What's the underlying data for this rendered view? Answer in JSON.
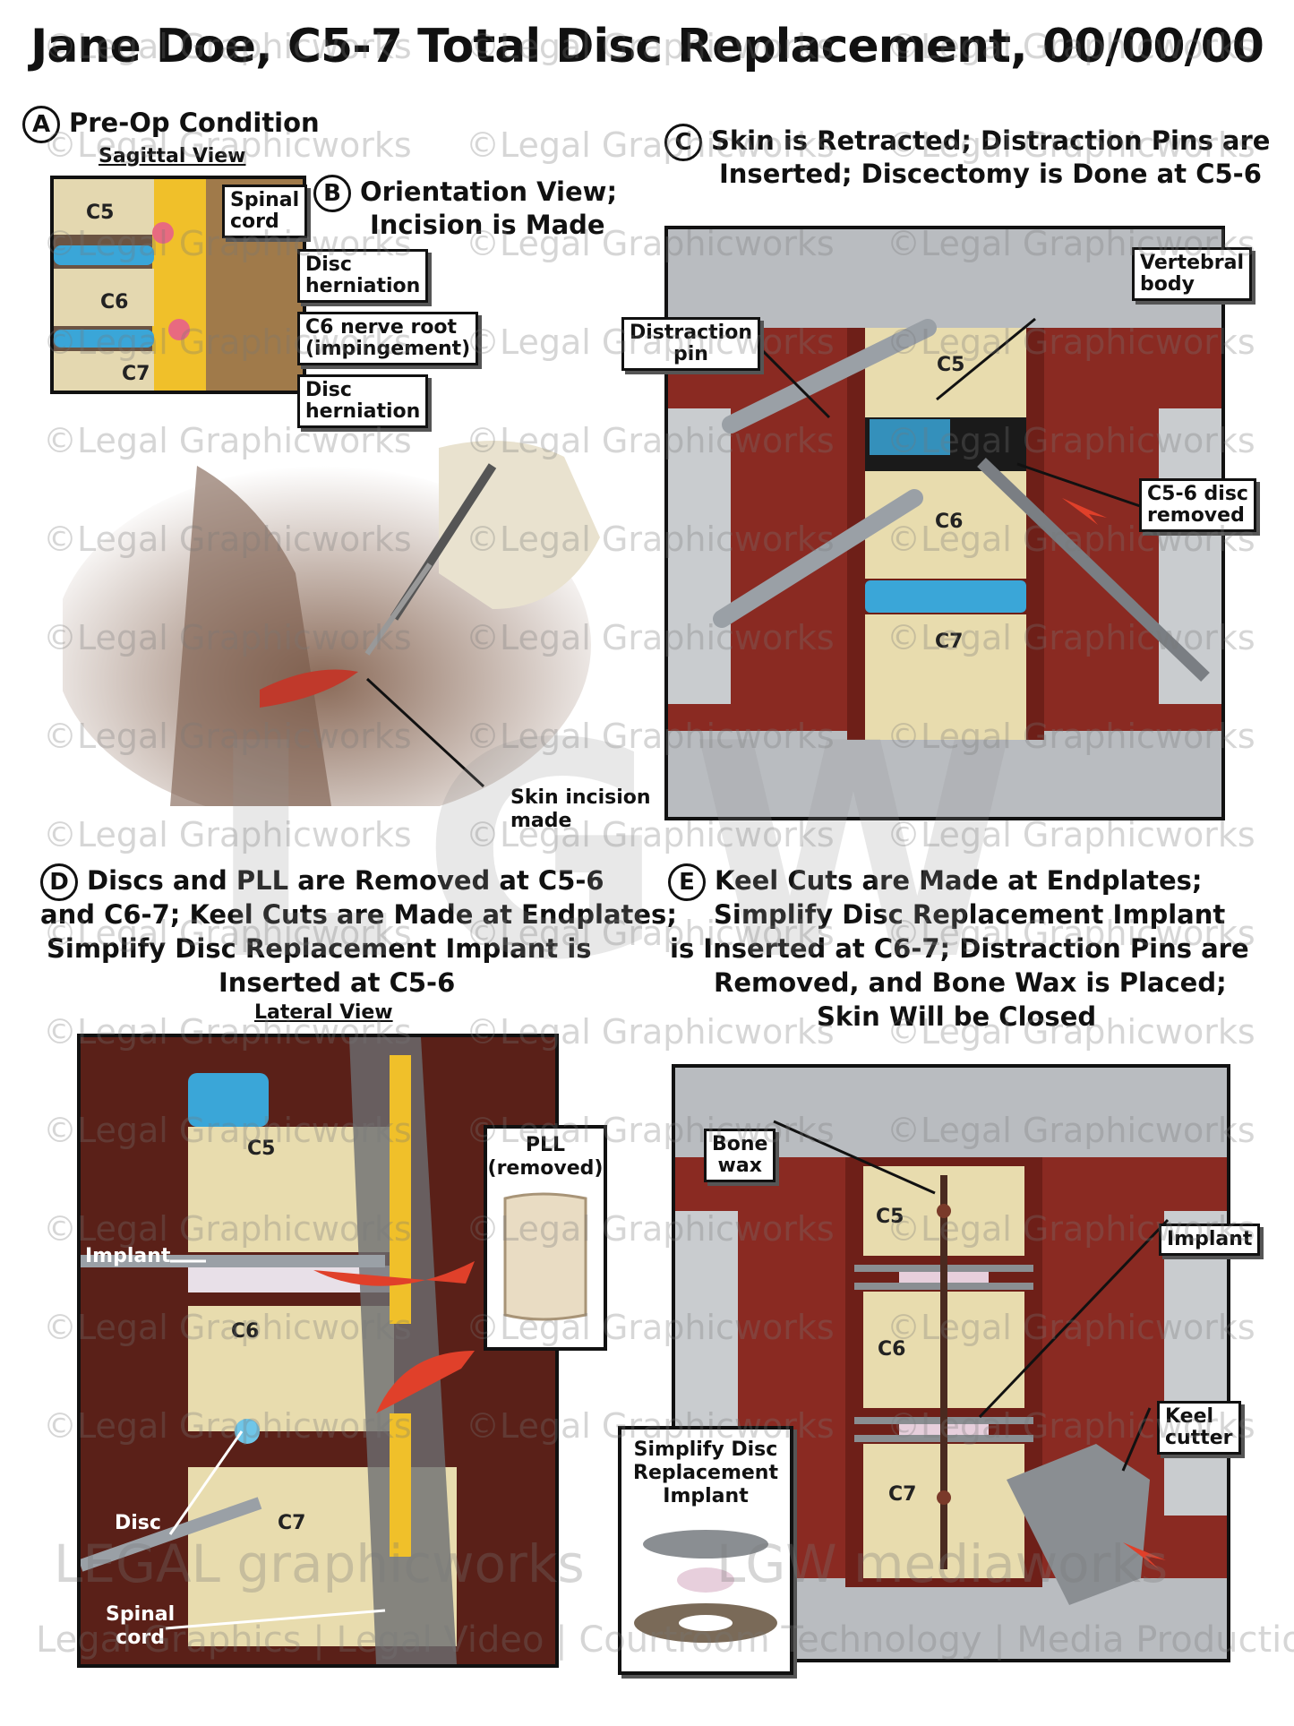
{
  "title": "Jane Doe, C5-7 Total Disc Replacement, 00/00/00",
  "panel_a": {
    "letter": "A",
    "heading": "Pre-Op Condition",
    "subheading": "Sagittal View",
    "labels": {
      "spinal_cord": [
        "Spinal",
        "cord"
      ],
      "disc_herniation_1": [
        "Disc",
        "herniation"
      ],
      "c6_nerve_root": [
        "C6 nerve root",
        "(impingement)"
      ],
      "disc_herniation_2": [
        "Disc",
        "herniation"
      ]
    },
    "vertebrae": [
      "C5",
      "C6",
      "C7"
    ]
  },
  "panel_b": {
    "letter": "B",
    "heading": [
      "Orientation View;",
      "Incision is Made"
    ],
    "labels": {
      "skin_incision": [
        "Skin incision",
        "made"
      ]
    }
  },
  "panel_c": {
    "letter": "C",
    "heading": [
      "Skin is Retracted; Distraction Pins are",
      "Inserted; Discectomy is Done at C5-6"
    ],
    "labels": {
      "vertebral_body": [
        "Vertebral",
        "body"
      ],
      "distraction_pin": [
        "Distraction",
        "pin"
      ],
      "disc_removed": [
        "C5-6 disc",
        "removed"
      ]
    },
    "vertebrae": [
      "C5",
      "C6",
      "C7"
    ]
  },
  "panel_d": {
    "letter": "D",
    "heading": [
      "Discs and PLL are Removed at C5-6",
      "and C6-7; Keel Cuts are Made at Endplates;",
      "Simplify Disc Replacement Implant is",
      "Inserted at C5-6"
    ],
    "subheading": "Lateral View",
    "labels": {
      "pll": [
        "PLL",
        "(removed)"
      ],
      "implant": "Implant",
      "disc": "Disc",
      "spinal_cord": [
        "Spinal",
        "cord"
      ]
    },
    "vertebrae": [
      "C5",
      "C6",
      "C7"
    ]
  },
  "panel_e": {
    "letter": "E",
    "heading": [
      "Keel Cuts are Made at Endplates;",
      "Simplify Disc Replacement Implant",
      "is Inserted at C6-7; Distraction Pins are",
      "Removed, and Bone Wax is Placed;",
      "Skin Will be Closed"
    ],
    "labels": {
      "bone_wax": [
        "Bone",
        "wax"
      ],
      "implant": "Implant",
      "keel_cutter": [
        "Keel",
        "cutter"
      ],
      "simplify": [
        "Simplify Disc",
        "Replacement",
        "Implant"
      ]
    },
    "vertebrae": [
      "C5",
      "C6",
      "C7"
    ]
  },
  "watermark": {
    "text": "©Legal Graphicworks",
    "logo_left": "LEGAL graphicworks",
    "logo_right": "LGW mediaworks",
    "tagline": "Legal Graphics | Legal Video | Courtroom Technology | Media Production",
    "big": "LGW"
  },
  "colors": {
    "bone": "#e8dcae",
    "disc": "#3aa6d8",
    "tissue": "#8a2a22",
    "skin": "#8a6a58",
    "metal": "#b9bcc0",
    "arrow": "#e0402a"
  }
}
